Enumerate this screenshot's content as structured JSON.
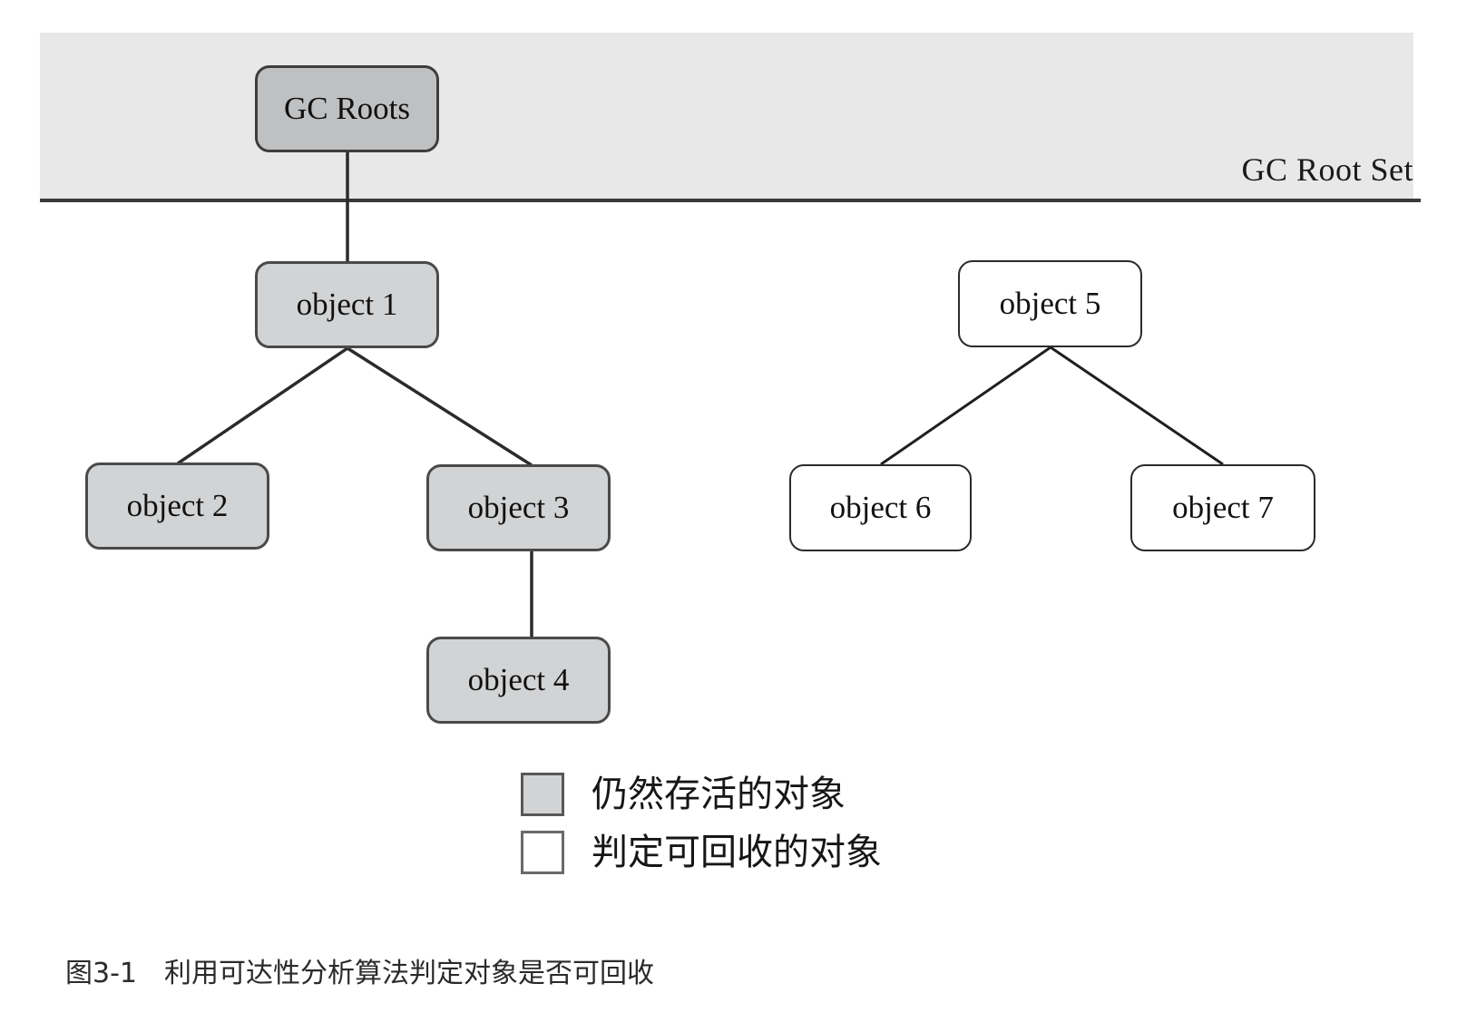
{
  "figure": {
    "caption": "图3-1　利用可达性分析算法判定对象是否可回收",
    "background_color": "#ffffff"
  },
  "root_set": {
    "label": "GC Root Set",
    "band_color": "#e8e8e8",
    "rule_color": "#3a3a3a"
  },
  "nodes": [
    {
      "id": "gc-roots",
      "label": "GC Roots",
      "state": "root",
      "fill": "#bfc0c2"
    },
    {
      "id": "object-1",
      "label": "object 1",
      "state": "alive",
      "fill": "#d2d3d4"
    },
    {
      "id": "object-2",
      "label": "object 2",
      "state": "alive",
      "fill": "#d2d3d4"
    },
    {
      "id": "object-3",
      "label": "object 3",
      "state": "alive",
      "fill": "#d2d3d4"
    },
    {
      "id": "object-4",
      "label": "object 4",
      "state": "alive",
      "fill": "#d2d3d4"
    },
    {
      "id": "object-5",
      "label": "object 5",
      "state": "collectable",
      "fill": "#ffffff"
    },
    {
      "id": "object-6",
      "label": "object 6",
      "state": "collectable",
      "fill": "#ffffff"
    },
    {
      "id": "object-7",
      "label": "object 7",
      "state": "collectable",
      "fill": "#ffffff"
    }
  ],
  "edges": [
    {
      "from": "gc-roots",
      "to": "object-1"
    },
    {
      "from": "object-1",
      "to": "object-2"
    },
    {
      "from": "object-1",
      "to": "object-3"
    },
    {
      "from": "object-3",
      "to": "object-4"
    },
    {
      "from": "object-5",
      "to": "object-6"
    },
    {
      "from": "object-5",
      "to": "object-7"
    }
  ],
  "legend": {
    "items": [
      {
        "swatch": "alive",
        "label": "仍然存活的对象",
        "fill": "#d2d3d4"
      },
      {
        "swatch": "collectable",
        "label": "判定可回收的对象",
        "fill": "#ffffff"
      }
    ]
  }
}
